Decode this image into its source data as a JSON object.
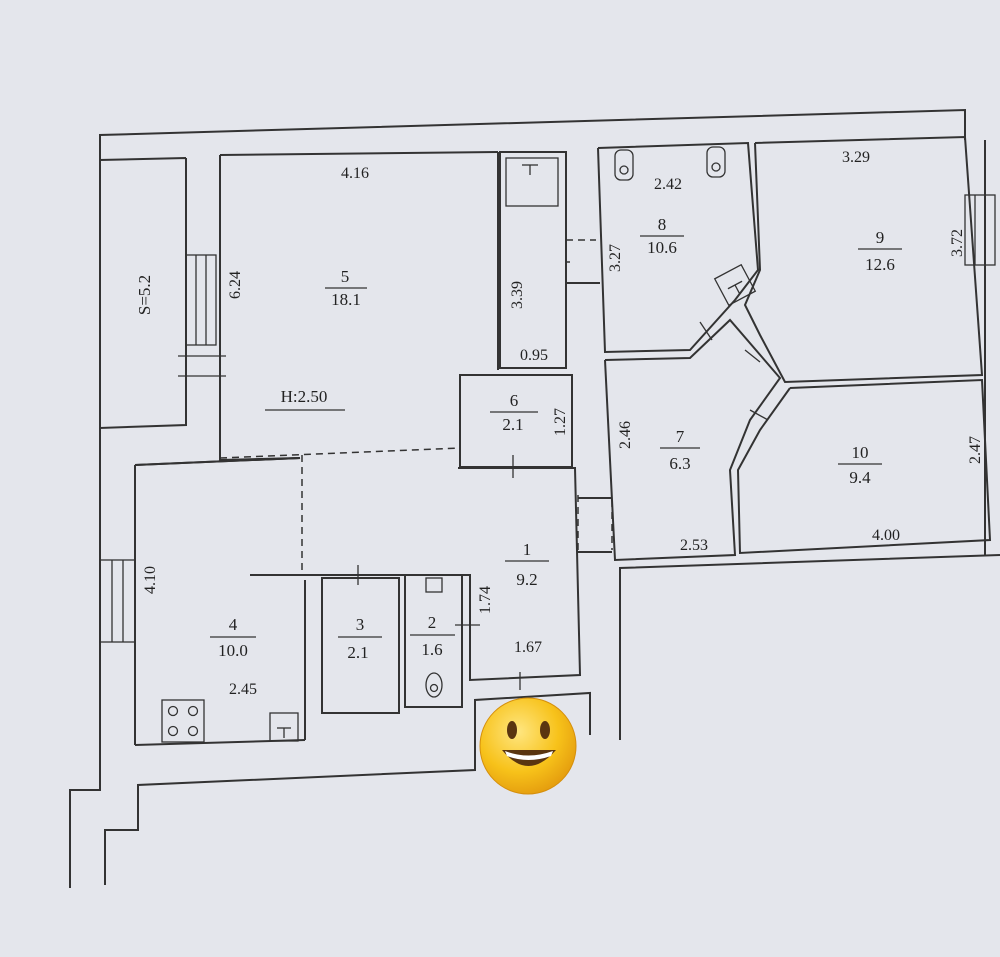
{
  "plan": {
    "balcony_area": "S=5.2",
    "ceiling_height": "H:2.50",
    "rooms": [
      {
        "num": "5",
        "area": "18.1"
      },
      {
        "num": "6",
        "area": "2.1"
      },
      {
        "num": "8",
        "area": "10.6"
      },
      {
        "num": "9",
        "area": "12.6"
      },
      {
        "num": "7",
        "area": "6.3"
      },
      {
        "num": "10",
        "area": "9.4"
      },
      {
        "num": "1",
        "area": "9.2"
      },
      {
        "num": "4",
        "area": "10.0"
      },
      {
        "num": "3",
        "area": "2.1"
      },
      {
        "num": "2",
        "area": "1.6"
      }
    ],
    "dimensions": {
      "d_4_16": "4.16",
      "d_6_24": "6.24",
      "d_3_39": "3.39",
      "d_0_95": "0.95",
      "d_2_42": "2.42",
      "d_3_27": "3.27",
      "d_3_29": "3.29",
      "d_3_72": "3.72",
      "d_1_27": "1.27",
      "d_2_46": "2.46",
      "d_2_53": "2.53",
      "d_2_47": "2.47",
      "d_4_00": "4.00",
      "d_4_10": "4.10",
      "d_2_45": "2.45",
      "d_1_74": "1.74",
      "d_1_67": "1.67"
    }
  },
  "icons": {
    "emoji": "grinning-face-icon",
    "stove": "stove-icon",
    "sink": "sink-icon",
    "toilet": "toilet-icon"
  },
  "colors": {
    "paper": "#e4e6ec",
    "ink": "#333333",
    "emoji": "#f7c21a"
  }
}
